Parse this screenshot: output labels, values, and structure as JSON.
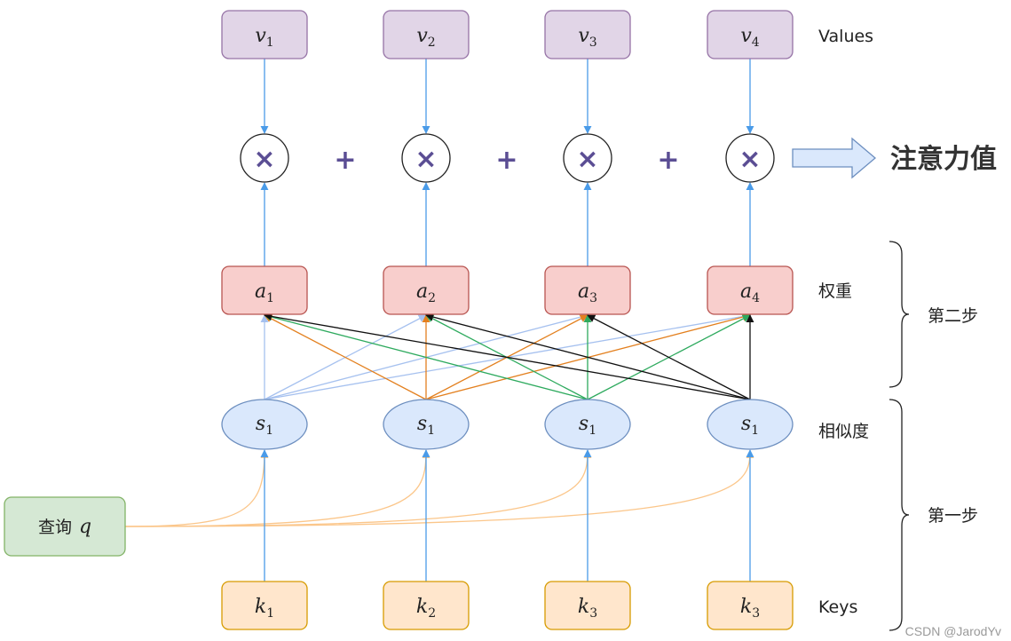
{
  "values": [
    {
      "base": "v",
      "sub": "1"
    },
    {
      "base": "v",
      "sub": "2"
    },
    {
      "base": "v",
      "sub": "3"
    },
    {
      "base": "v",
      "sub": "4"
    }
  ],
  "weights": [
    {
      "base": "a",
      "sub": "1"
    },
    {
      "base": "a",
      "sub": "2"
    },
    {
      "base": "a",
      "sub": "3"
    },
    {
      "base": "a",
      "sub": "4"
    }
  ],
  "similarities": [
    {
      "base": "s",
      "sub": "1"
    },
    {
      "base": "s",
      "sub": "1"
    },
    {
      "base": "s",
      "sub": "1"
    },
    {
      "base": "s",
      "sub": "1"
    }
  ],
  "keys": [
    {
      "base": "k",
      "sub": "1"
    },
    {
      "base": "k",
      "sub": "2"
    },
    {
      "base": "k",
      "sub": "3"
    },
    {
      "base": "k",
      "sub": "3"
    }
  ],
  "multiply_symbol": "×",
  "plus_symbol": "+",
  "query": {
    "text": "查询",
    "var": "q"
  },
  "row_labels": {
    "values": "Values",
    "weights": "权重",
    "similarity": "相似度",
    "keys": "Keys"
  },
  "steps": {
    "step2": "第二步",
    "step1": "第一步"
  },
  "output_label": "注意力值",
  "watermark": "CSDN @JarodYv",
  "colors": {
    "value_fill": "#e1d5e7",
    "value_stroke": "#9673a6",
    "weight_fill": "#f8cecc",
    "weight_stroke": "#b85450",
    "sim_fill": "#dae8fc",
    "sim_stroke": "#6c8ebf",
    "key_fill": "#ffe6cc",
    "key_stroke": "#d79b00",
    "query_fill": "#d5e8d4",
    "query_stroke": "#82b366",
    "arrow_blue": "#4a9be8",
    "symbol": "#5b4e94",
    "conn_light_blue": "#a6c1ef",
    "conn_orange": "#e3801f",
    "conn_green": "#2eaa5e",
    "conn_black": "#111111",
    "query_curve": "#fbc68a"
  }
}
